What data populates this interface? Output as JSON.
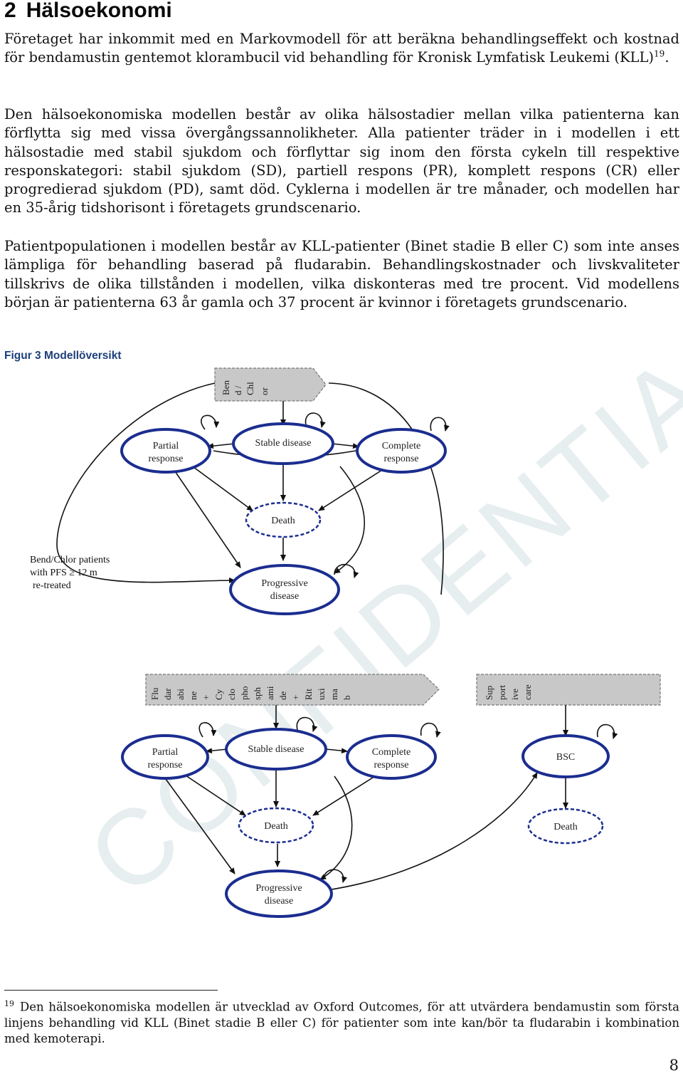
{
  "heading": {
    "number": "2",
    "title": "Hälsoekonomi"
  },
  "paragraphs": [
    {
      "text": "Företaget har inkommit med en Markovmodell för att beräkna behandlingseffekt och kostnad för bendamustin gentemot klorambucil vid behandling för Kronisk Lymfatisk Leukemi (KLL)",
      "ref": "19",
      "after": "."
    },
    {
      "text": "Den hälsoekonomiska modellen består av olika hälsostadier mellan vilka patienterna kan förflytta sig med vissa övergångssannolikheter. Alla patienter träder in i modellen i ett hälsostadie med stabil sjukdom och förflyttar sig inom den första cykeln till respektive responskategori: stabil sjukdom (SD), partiell respons (PR), komplett respons (CR) eller progredierad sjukdom (PD), samt död. Cyklerna i modellen är tre månader, och modellen har en 35-årig tidshorisont i företagets grundscenario."
    },
    {
      "text": "Patientpopulationen i modellen består av KLL-patienter (Binet stadie B eller C) som inte anses lämpliga för behandling baserad på fludarabin. Behandlingskostnader och livskvaliteter tillskrivs de olika tillstånden i modellen, vilka diskonteras med tre procent. Vid modellens början är patienterna 63 år gamla och 37 procent är kvinnor i företagets grundscenario."
    }
  ],
  "figure": {
    "caption": "Figur 3 Modellöversikt",
    "watermark": "CONFIDENTIAL",
    "top_box": {
      "lines": [
        "Ben",
        "d /",
        "Chl",
        "or"
      ]
    },
    "partial": [
      "Partial",
      "response"
    ],
    "stable": "Stable disease",
    "complete": [
      "Complete",
      "response"
    ],
    "death": "Death",
    "progressive": [
      "Progressive",
      "disease"
    ],
    "retreat_note": [
      "Bend/Chlor patients",
      "with PFS ≥ 12 m",
      "re-treated"
    ],
    "box2": {
      "lines": [
        "Flu",
        "dar",
        "abi",
        "ne",
        "+",
        "Cy",
        "clo",
        "pho",
        "sph",
        "ami",
        "de",
        "+",
        "Rit",
        "uxi",
        "ma",
        "b"
      ]
    },
    "box3": {
      "lines": [
        "Sup",
        "port",
        "ive",
        "care"
      ]
    },
    "partial2": [
      "Partial",
      "response"
    ],
    "stable2": "Stable disease",
    "complete2": [
      "Complete",
      "response"
    ],
    "death2": "Death",
    "progressive2": [
      "Progressive",
      "disease"
    ],
    "bsc": "BSC",
    "death3": "Death"
  },
  "footnote": {
    "ref": "19",
    "text": "Den hälsoekonomiska modellen är utvecklad av Oxford Outcomes, för att utvärdera bendamustin som första linjens behandling vid KLL (Binet stadie B eller C) för patienter som inte kan/bör ta fludarabin i kombination med kemoterapi."
  },
  "page_number": "8",
  "colors": {
    "node_stroke": "#1b2d8f",
    "box_fill": "#c8c8c8",
    "caption": "#1d3f7a",
    "watermark": "#e6eeef"
  }
}
